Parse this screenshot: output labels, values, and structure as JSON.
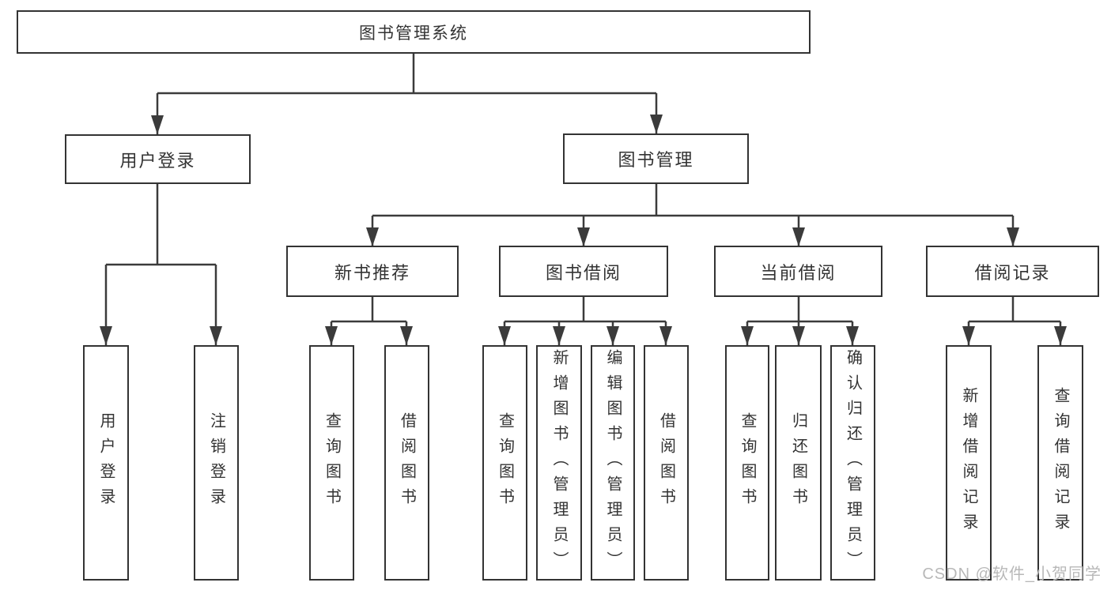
{
  "diagram": {
    "root": {
      "label": "图书管理系统"
    },
    "branches": [
      {
        "label": "用户登录",
        "children": [
          {
            "label": "用户登录"
          },
          {
            "label": "注销登录"
          }
        ]
      },
      {
        "label": "图书管理",
        "children": [
          {
            "label": "新书推荐",
            "children": [
              {
                "label": "查询图书"
              },
              {
                "label": "借阅图书"
              }
            ]
          },
          {
            "label": "图书借阅",
            "children": [
              {
                "label": "查询图书"
              },
              {
                "label": "新增图书（管理员）"
              },
              {
                "label": "编辑图书（管理员）"
              },
              {
                "label": "借阅图书"
              }
            ]
          },
          {
            "label": "当前借阅",
            "children": [
              {
                "label": "查询图书"
              },
              {
                "label": "归还图书"
              },
              {
                "label": "确认归还（管理员）"
              }
            ]
          },
          {
            "label": "借阅记录",
            "children": [
              {
                "label": "新增借阅记录"
              },
              {
                "label": "查询借阅记录"
              }
            ]
          }
        ]
      }
    ]
  },
  "watermark": {
    "text": "CSDN @软件_小贺同学"
  },
  "colors": {
    "line": "#3b3b3b",
    "box_border": "#333333",
    "text": "#333333",
    "watermark": "#b8b8b8",
    "background": "#ffffff"
  }
}
